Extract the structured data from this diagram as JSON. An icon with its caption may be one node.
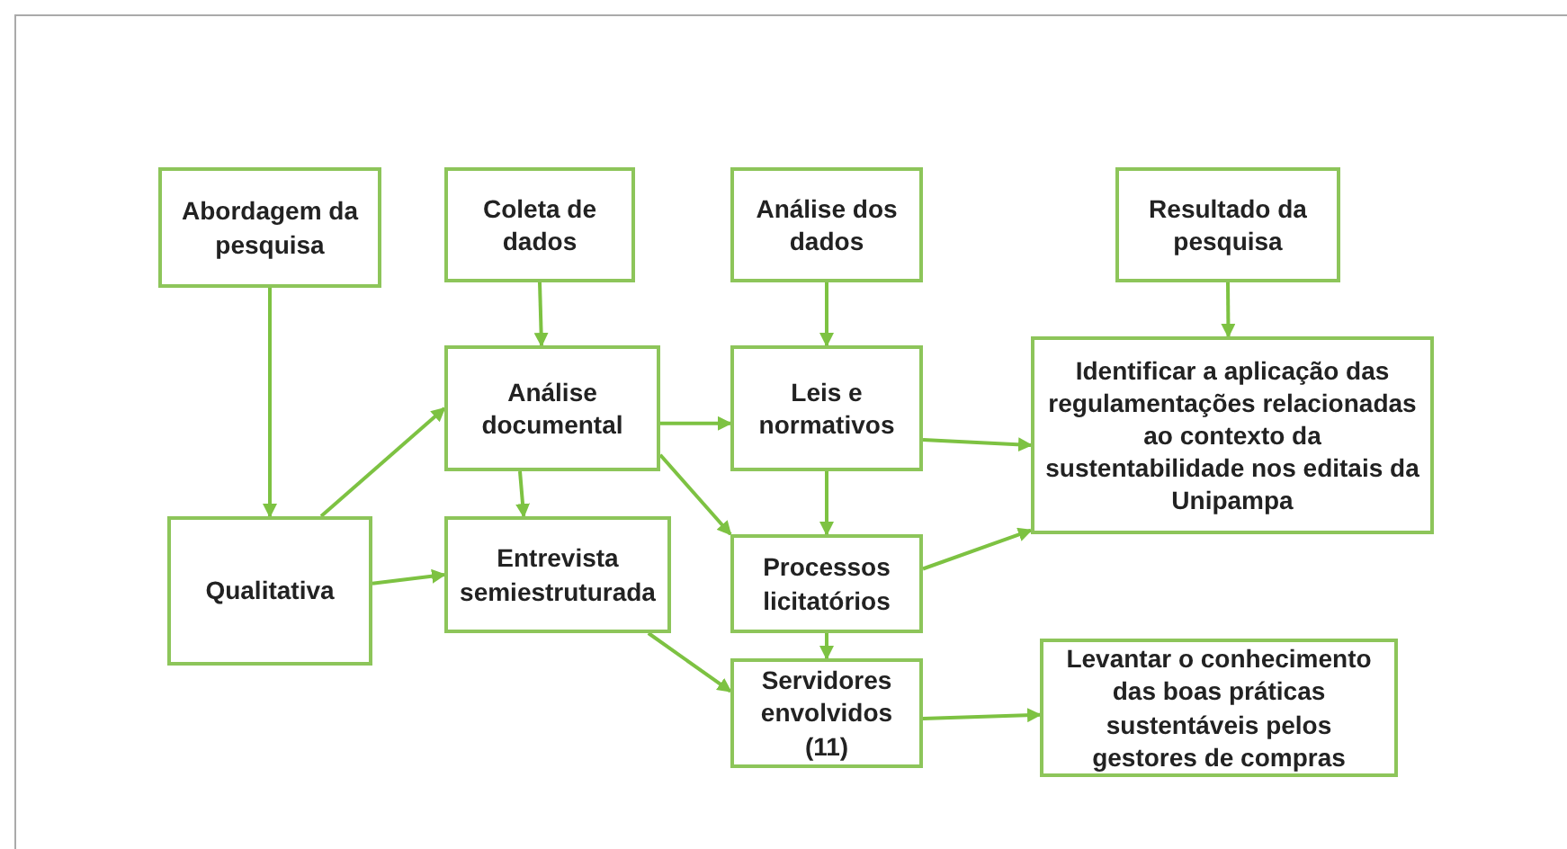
{
  "diagram": {
    "nodes": [
      {
        "text": [
          "Abordagem da pesquisa"
        ]
      },
      {
        "text": [
          "Coleta de dados"
        ]
      },
      {
        "text": [
          "Análise dos dados"
        ]
      },
      {
        "text": [
          "Resultado da pesquisa"
        ]
      },
      {
        "text": [
          "Análise documental"
        ]
      },
      {
        "text": [
          "Leis e normativos"
        ]
      },
      {
        "text": [
          "Identificar a aplicação das regulamentações relacionadas ao contexto da sustentabilidade nos editais da Unipampa"
        ]
      },
      {
        "text": [
          "Qualitativa"
        ]
      },
      {
        "text": [
          "Entrevista semiestruturada"
        ]
      },
      {
        "text": [
          "Processos licitatórios"
        ]
      },
      {
        "text": [
          "Servidores envolvidos (11)"
        ]
      },
      {
        "text": [
          "Levantar o conhecimento das boas práticas sustentáveis pelos gestores de compras"
        ]
      }
    ],
    "edges": [
      {
        "from": 0,
        "to": 7,
        "arrow": "to"
      },
      {
        "from": 1,
        "to": 4,
        "arrow": "to"
      },
      {
        "from": 2,
        "to": 5,
        "arrow": "to"
      },
      {
        "from": 3,
        "to": 6,
        "arrow": "to"
      },
      {
        "from": 7,
        "to": 4,
        "arrow": "to"
      },
      {
        "from": 7,
        "to": 8,
        "arrow": "to"
      },
      {
        "from": 4,
        "to": 5,
        "arrow": "to"
      },
      {
        "from": 4,
        "to": 8,
        "arrow": "to"
      },
      {
        "from": 4,
        "to": 9,
        "arrow": "to"
      },
      {
        "from": 5,
        "to": 9,
        "arrow": "to"
      },
      {
        "from": 5,
        "to": 6,
        "arrow": "to"
      },
      {
        "from": 9,
        "to": 6,
        "arrow": "to"
      },
      {
        "from": 9,
        "to": 10,
        "arrow": "to"
      },
      {
        "from": 8,
        "to": 10,
        "arrow": "to"
      },
      {
        "from": 10,
        "to": 11,
        "arrow": "to"
      }
    ]
  }
}
